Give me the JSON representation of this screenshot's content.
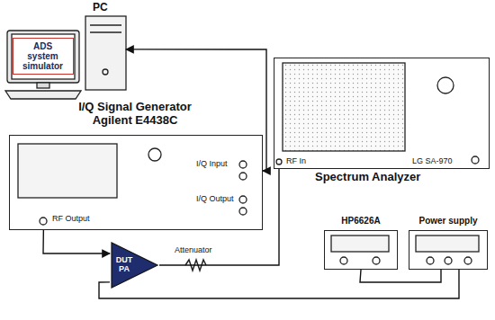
{
  "diagram": {
    "nodes": [
      {
        "text": [
          "PC"
        ]
      },
      {
        "text": [
          "ADS system simulator"
        ],
        "in": 0
      },
      {
        "text": [
          "I/Q Signal Generator Agilent E4438C",
          "I/Q Input",
          "I/Q Output",
          "RF Output"
        ]
      },
      {
        "text": [
          "RF In",
          "LG SA-970",
          "Spectrum Analyzer"
        ]
      },
      {
        "text": [
          "DUT PA"
        ]
      },
      {
        "text": [
          "HP6626A"
        ]
      },
      {
        "text": [
          "Power supply"
        ]
      }
    ],
    "edges": [
      {
        "from": 0,
        "to": 2,
        "arrow": "both"
      },
      {
        "from": 2,
        "to": 4,
        "arrow": "to"
      },
      {
        "from": 4,
        "to": 3,
        "arrow": "none"
      },
      {
        "from": 6,
        "to": 4,
        "arrow": "none"
      },
      {
        "from": 5,
        "to": 6,
        "arrow": "none"
      }
    ],
    "labels": [
      "Attenuator"
    ]
  }
}
